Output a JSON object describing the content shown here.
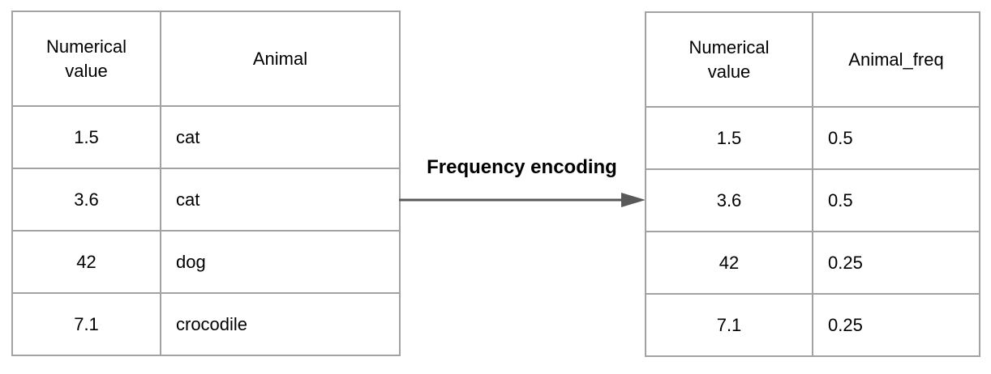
{
  "transform": {
    "label": "Frequency encoding"
  },
  "left_table": {
    "headers": [
      "Numerical value",
      "Animal"
    ],
    "rows": [
      [
        "1.5",
        "cat"
      ],
      [
        "3.6",
        "cat"
      ],
      [
        "42",
        "dog"
      ],
      [
        "7.1",
        "crocodile"
      ]
    ]
  },
  "right_table": {
    "headers": [
      "Numerical value",
      "Animal_freq"
    ],
    "rows": [
      [
        "1.5",
        "0.5"
      ],
      [
        "3.6",
        "0.5"
      ],
      [
        "42",
        "0.25"
      ],
      [
        "7.1",
        "0.25"
      ]
    ]
  },
  "colors": {
    "border": "#a2a2a2",
    "arrow": "#595959",
    "text": "#000000",
    "background": "#ffffff"
  }
}
